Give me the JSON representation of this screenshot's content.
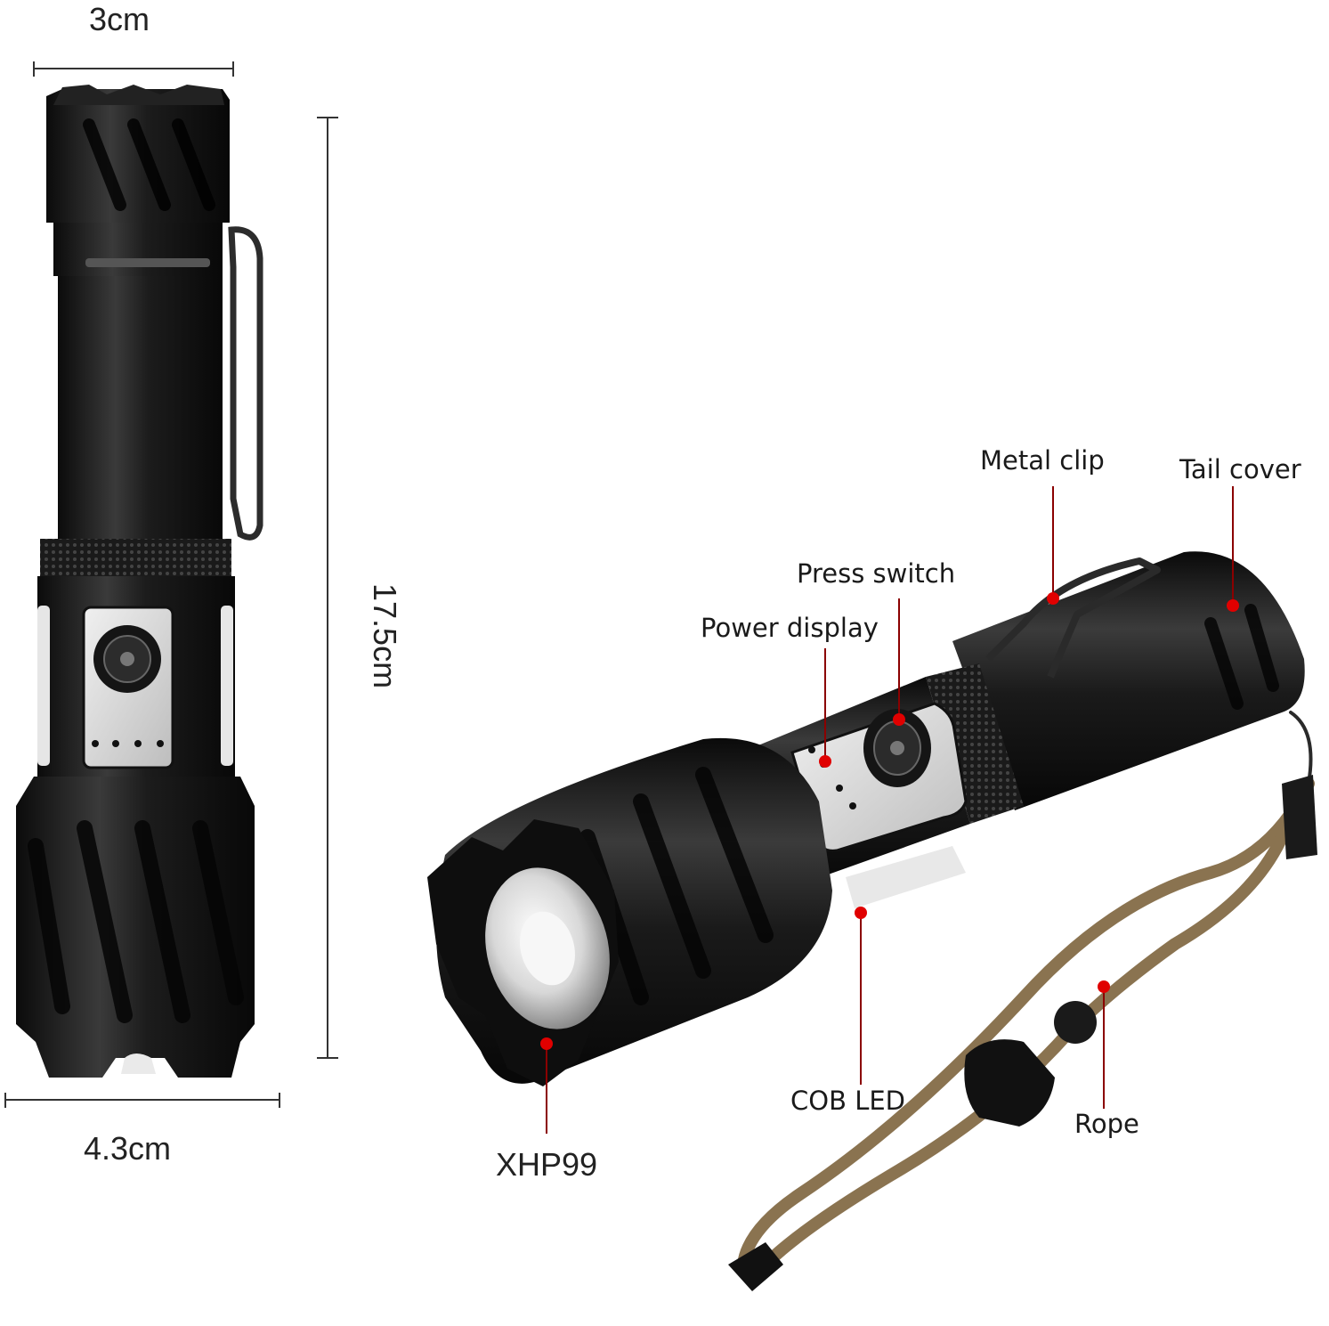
{
  "dimensions": {
    "top_width": "3cm",
    "length": "17.5cm",
    "bottom_width": "4.3cm"
  },
  "callouts": {
    "metal_clip": "Metal clip",
    "tail_cover": "Tail cover",
    "press_switch": "Press switch",
    "power_display": "Power display",
    "cob_led": "COB LED",
    "rope": "Rope",
    "xhp99": "XHP99"
  },
  "colors": {
    "body": "#151515",
    "body_highlight": "#3a3a3a",
    "panel": "#d9d9d9",
    "callout_line": "#8b0000",
    "callout_dot": "#e00000",
    "rope": "#8a7350",
    "dimension_line": "#333333"
  }
}
